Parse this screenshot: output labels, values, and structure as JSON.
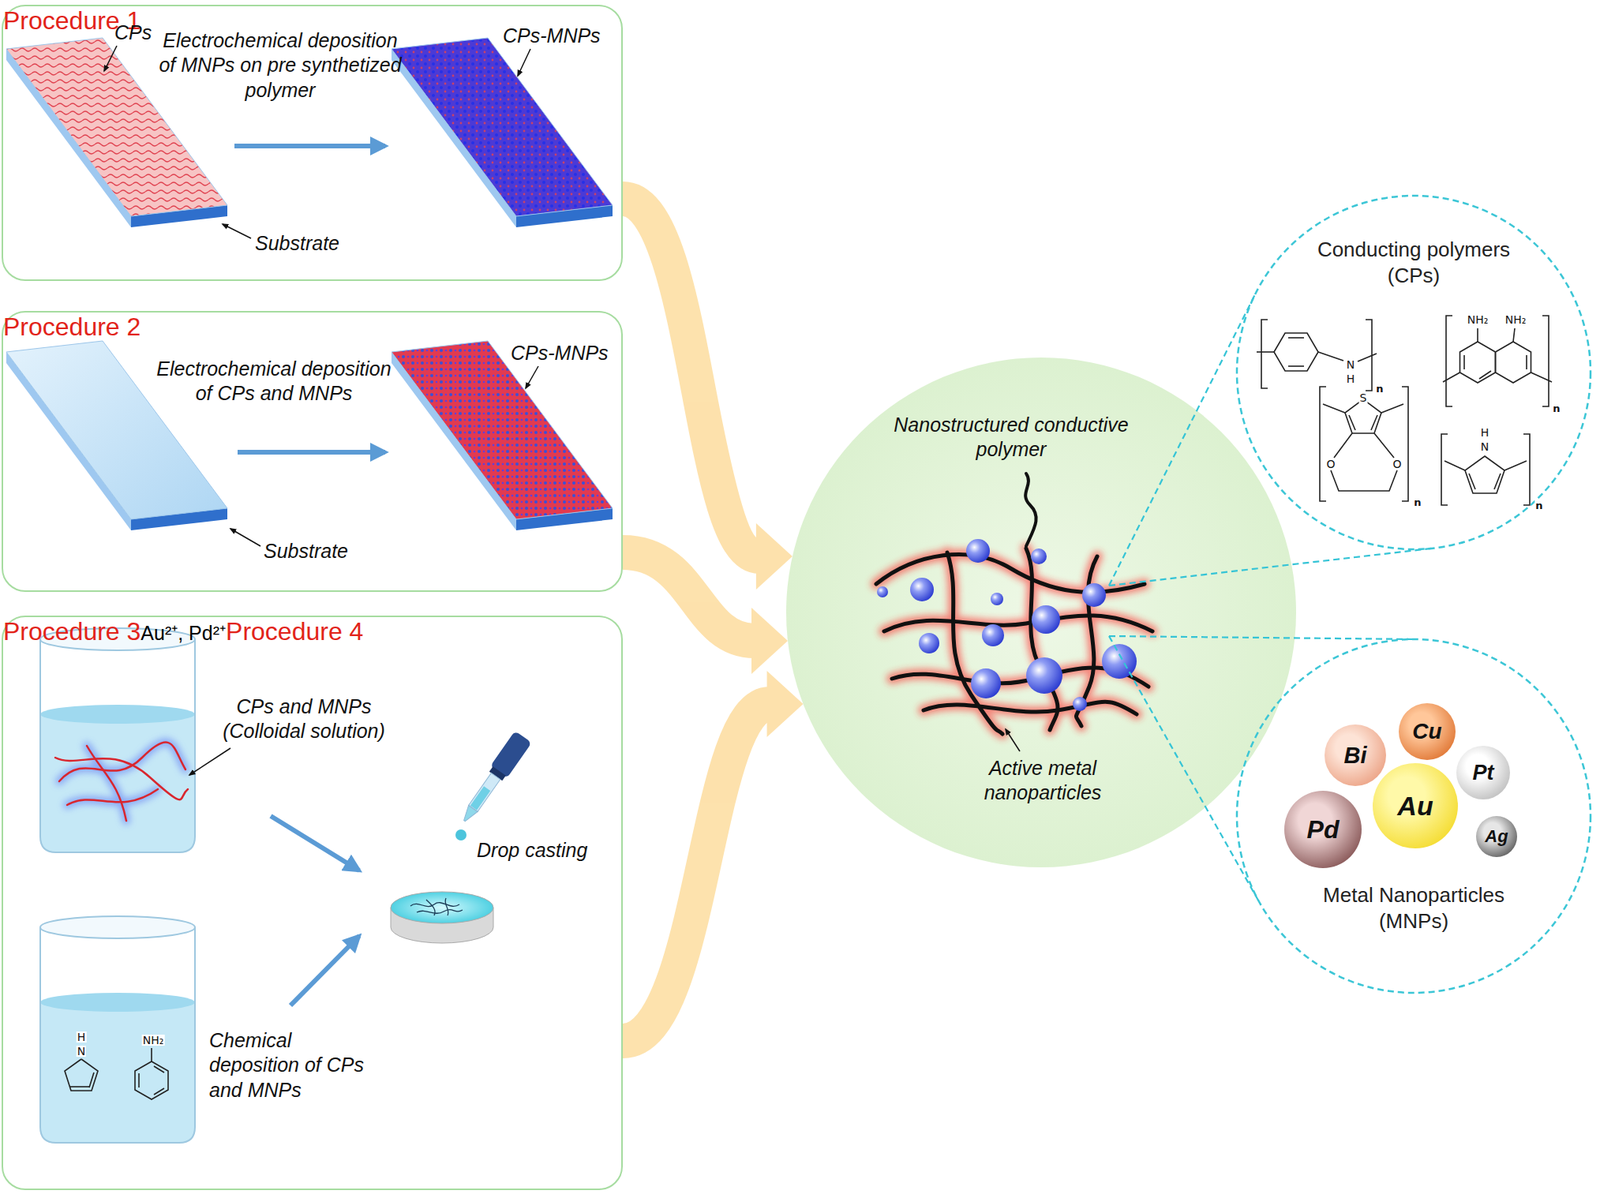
{
  "diagram": {
    "nodes": [
      {
        "text": [
          "CPs",
          "Electrochemical deposition of MNPs on pre synthetized polymer",
          "CPs-MNPs",
          "Procedure 1",
          "Substrate"
        ]
      },
      {
        "text": [
          "Electrochemical deposition of CPs and MNPs",
          "CPs-MNPs",
          "Procedure 2",
          "Substrate"
        ]
      },
      {
        "text": [
          "CPs and MNPs (Colloidal solution)",
          "Drop casting",
          "Procedure 3",
          "Chemical deposition of CPs and MNPs",
          "Au²⁺, Pd²⁺",
          "Procedure 4"
        ]
      },
      {
        "text": [
          "Nanostructured conductive polymer",
          "Active metal nanoparticles"
        ]
      },
      {
        "text": [
          "Conducting polymers (CPs)"
        ]
      },
      {
        "text": [
          "Metal Nanoparticles (MNPs)"
        ]
      },
      {
        "text": [
          "Cu"
        ],
        "in": 5
      },
      {
        "text": [
          "Bi"
        ],
        "in": 5
      },
      {
        "text": [
          "Pt"
        ],
        "in": 5
      },
      {
        "text": [
          "Au"
        ],
        "in": 5
      },
      {
        "text": [
          "Pd"
        ],
        "in": 5
      },
      {
        "text": [
          "Ag"
        ],
        "in": 5
      }
    ],
    "edges": [
      {
        "from": 0,
        "to": 3,
        "arrow": "to"
      },
      {
        "from": 1,
        "to": 3,
        "arrow": "to"
      },
      {
        "from": 2,
        "to": 3,
        "arrow": "to"
      },
      {
        "from": 3,
        "to": 4,
        "arrow": "none"
      },
      {
        "from": 3,
        "to": 5,
        "arrow": "none"
      }
    ],
    "labels": [
      "H",
      "N",
      "NH₂",
      "N",
      "H",
      "n",
      "NH₂",
      "NH₂",
      "n",
      "S",
      "O",
      "O",
      "n",
      "H",
      "N",
      "n"
    ]
  }
}
